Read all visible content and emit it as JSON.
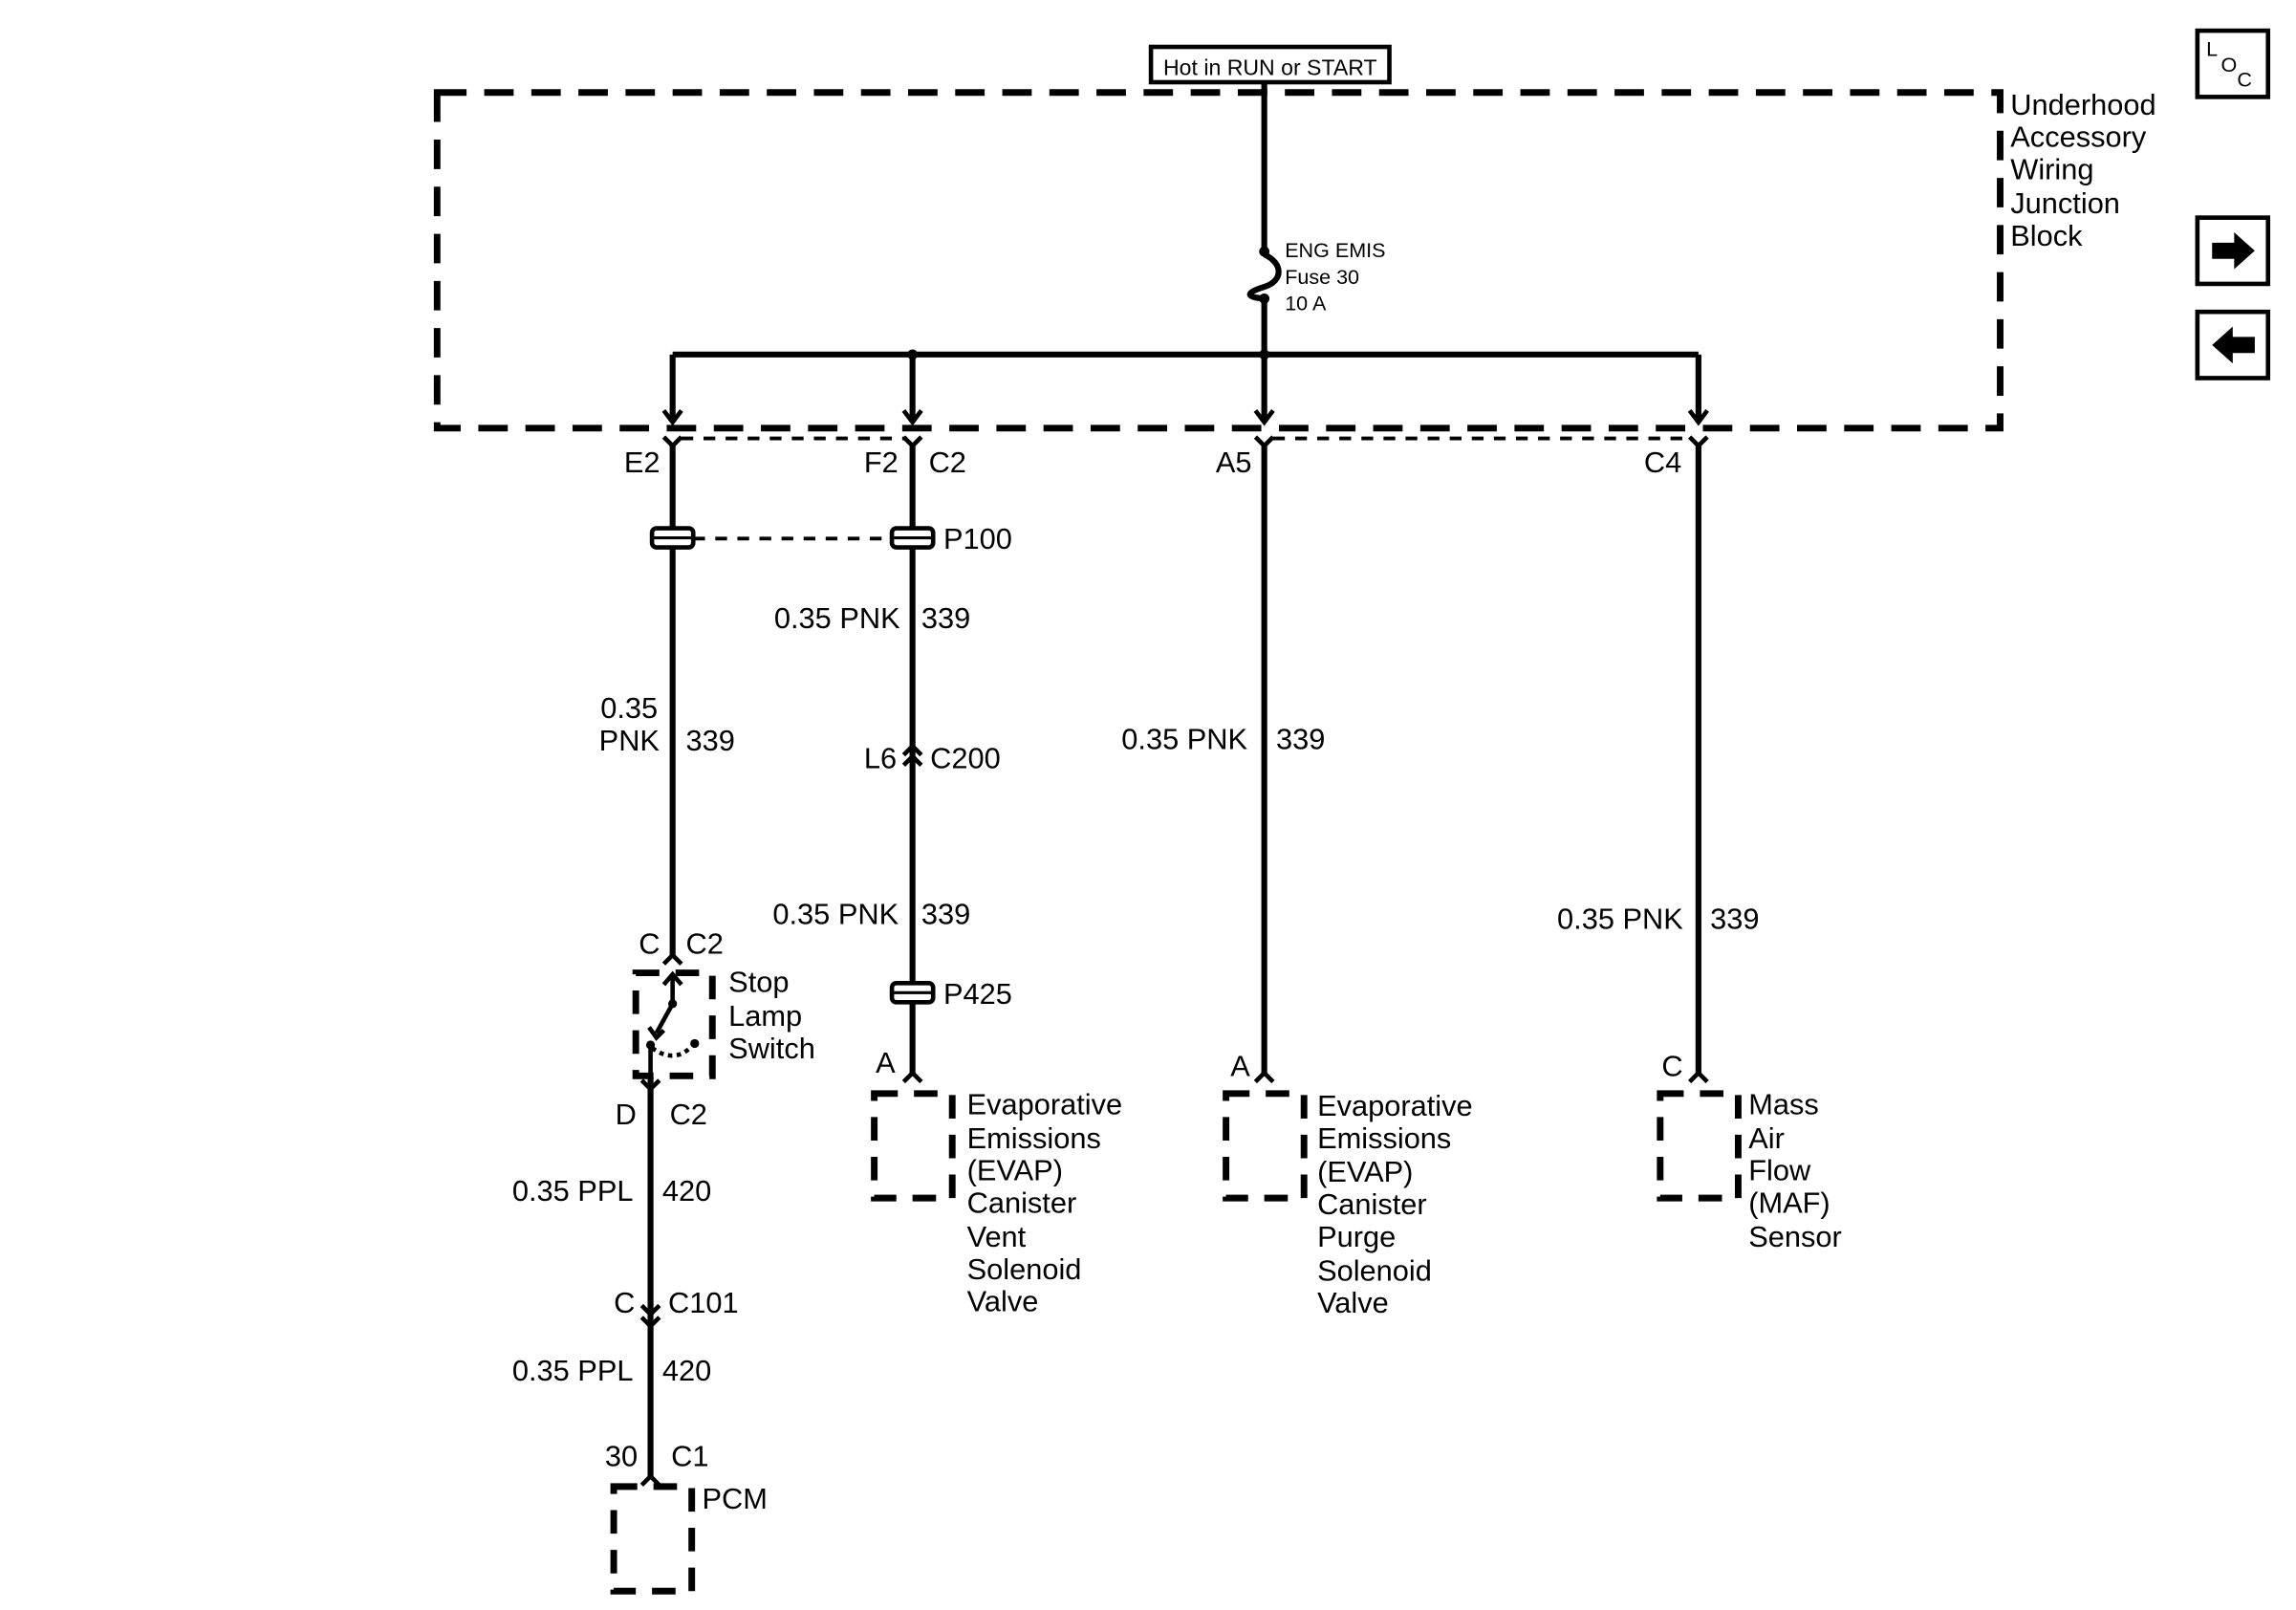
{
  "power_source": {
    "label": "Hot in RUN or START"
  },
  "junction_block": {
    "lines": [
      "Underhood",
      "Accessory",
      "Wiring",
      "Junction",
      "Block"
    ]
  },
  "fuse": {
    "lines": [
      "ENG EMIS",
      "Fuse 30",
      "10 A"
    ]
  },
  "nav": {
    "locator_label": {
      "l": "L",
      "o": "O",
      "c": "C"
    },
    "next_icon": "right-arrow-icon",
    "prev_icon": "left-arrow-icon"
  },
  "branch1": {
    "pin": "E2",
    "wire_size": "0.35",
    "wire_color": "PNK",
    "circuit": "339",
    "switch_in_pin": "C",
    "switch_in_conn": "C2",
    "component": {
      "lines": [
        "Stop",
        "Lamp",
        "Switch"
      ]
    },
    "switch_out_pin": "D",
    "switch_out_conn": "C2",
    "wire2": {
      "size_color": "0.35 PPL",
      "circuit": "420"
    },
    "inline_pin": "C",
    "inline_conn": "C101",
    "wire3": {
      "size_color": "0.35 PPL",
      "circuit": "420"
    },
    "pcm_pin": "30",
    "pcm_conn": "C1",
    "pcm_label": "PCM"
  },
  "branch2": {
    "pin": "F2",
    "conn": "C2",
    "splice1": "P100",
    "wire1": {
      "size_color": "0.35 PNK",
      "circuit": "339"
    },
    "inline_pin": "L6",
    "inline_conn": "C200",
    "wire2": {
      "size_color": "0.35 PNK",
      "circuit": "339"
    },
    "splice2": "P425",
    "comp_pin": "A",
    "component": {
      "lines": [
        "Evaporative",
        "Emissions",
        "(EVAP)",
        "Canister",
        "Vent",
        "Solenoid",
        "Valve"
      ]
    }
  },
  "branch3": {
    "pin": "A5",
    "wire": {
      "size_color": "0.35 PNK",
      "circuit": "339"
    },
    "comp_pin": "A",
    "component": {
      "lines": [
        "Evaporative",
        "Emissions",
        "(EVAP)",
        "Canister",
        "Purge",
        "Solenoid",
        "Valve"
      ]
    }
  },
  "branch4": {
    "pin": "C4",
    "wire": {
      "size_color": "0.35 PNK",
      "circuit": "339"
    },
    "comp_pin": "C",
    "component": {
      "lines": [
        "Mass",
        "Air",
        "Flow",
        "(MAF)",
        "Sensor"
      ]
    }
  }
}
